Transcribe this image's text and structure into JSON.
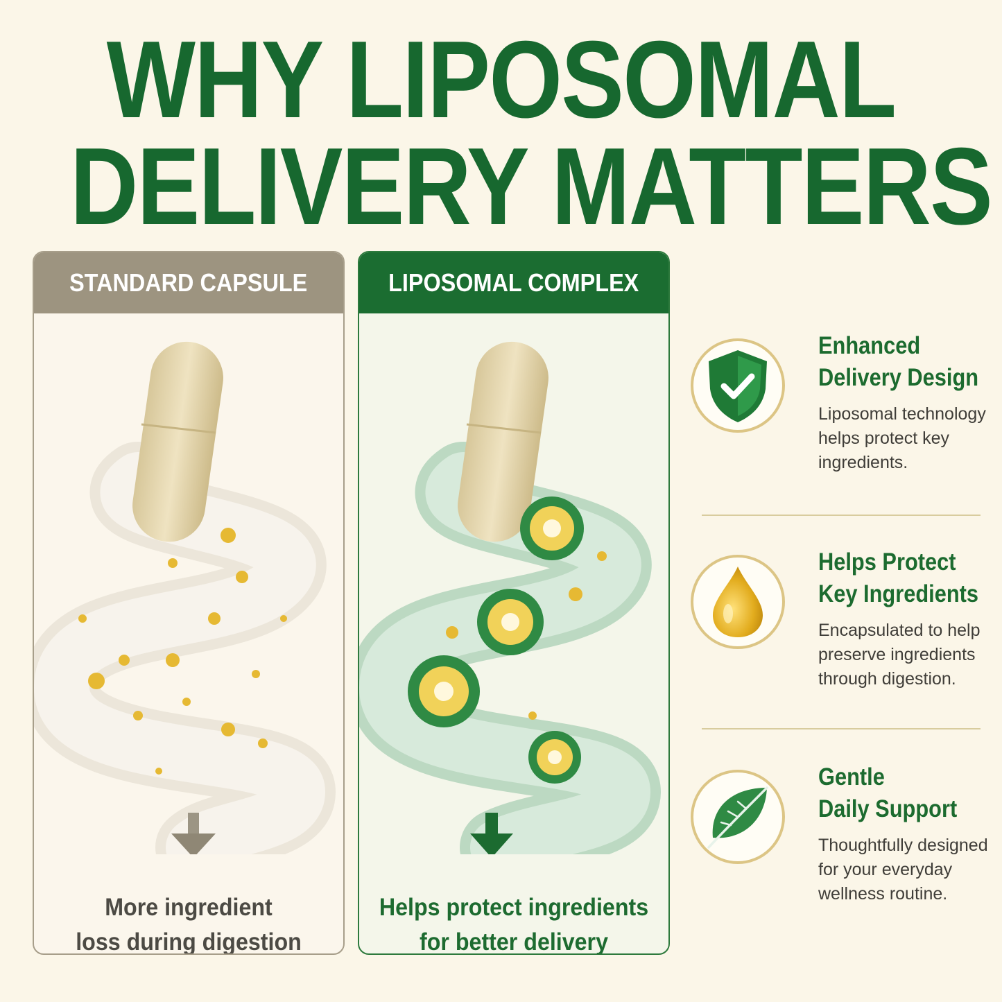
{
  "title": {
    "line1": "WHY LIPOSOMAL",
    "line2": "DELIVERY MATTERS"
  },
  "panels": {
    "standard": {
      "header": "STANDARD CAPSULE",
      "caption_line1": "More ingredient",
      "caption_line2": "loss during digestion"
    },
    "liposomal": {
      "header": "LIPOSOMAL COMPLEX",
      "caption_line1": "Helps protect ingredients",
      "caption_line2": "for better delivery"
    }
  },
  "features": [
    {
      "icon": "shield-check-icon",
      "title_line1": "Enhanced",
      "title_line2": "Delivery Design",
      "description": "Liposomal technology helps protect key ingredients."
    },
    {
      "icon": "oil-drop-icon",
      "title_line1": "Helps Protect",
      "title_line2": "Key Ingredients",
      "description": "Encapsulated to help preserve ingredients through digestion."
    },
    {
      "icon": "leaf-icon",
      "title_line1": "Gentle",
      "title_line2": "Daily Support",
      "description": "Thoughtfully designed for your everyday wellness routine."
    }
  ],
  "colors": {
    "brand_green": "#17682f",
    "standard_gray": "#9d9480",
    "gold": "#e0b52a",
    "background": "#fbf6e8"
  }
}
